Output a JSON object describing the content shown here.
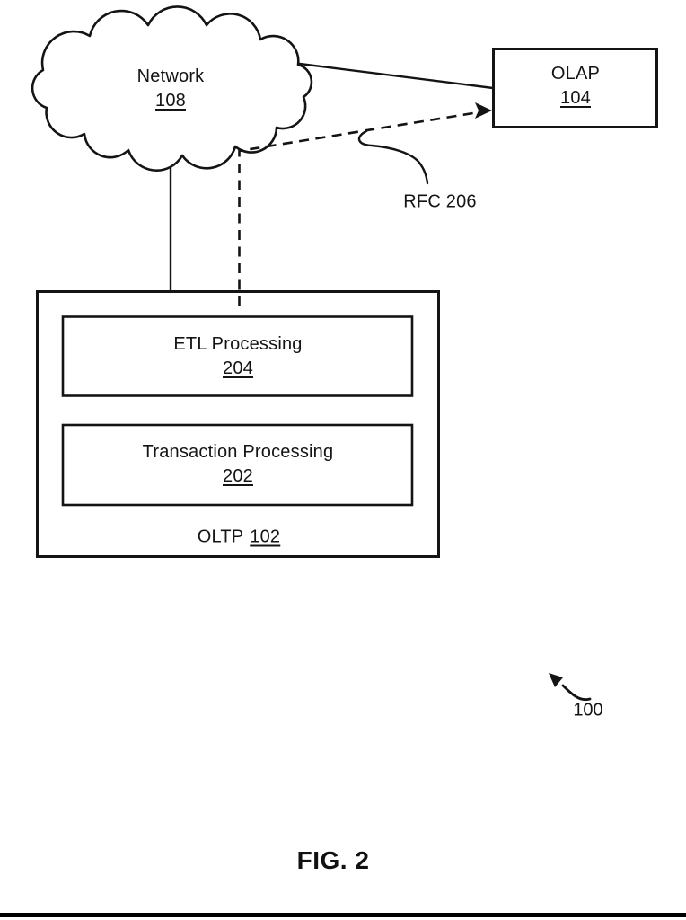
{
  "colors": {
    "stroke": "#141414",
    "background": "#ffffff"
  },
  "diagram": {
    "network": {
      "label": "Network",
      "ref": "108"
    },
    "olap": {
      "label": "OLAP",
      "ref": "104"
    },
    "etl": {
      "label": "ETL Processing",
      "ref": "204"
    },
    "transaction": {
      "label": "Transaction Processing",
      "ref": "202"
    },
    "oltp": {
      "label": "OLTP",
      "ref": "102"
    },
    "rfc": {
      "label": "RFC 206"
    },
    "figure_pointer": {
      "label": "100"
    },
    "caption": "FIG. 2"
  }
}
